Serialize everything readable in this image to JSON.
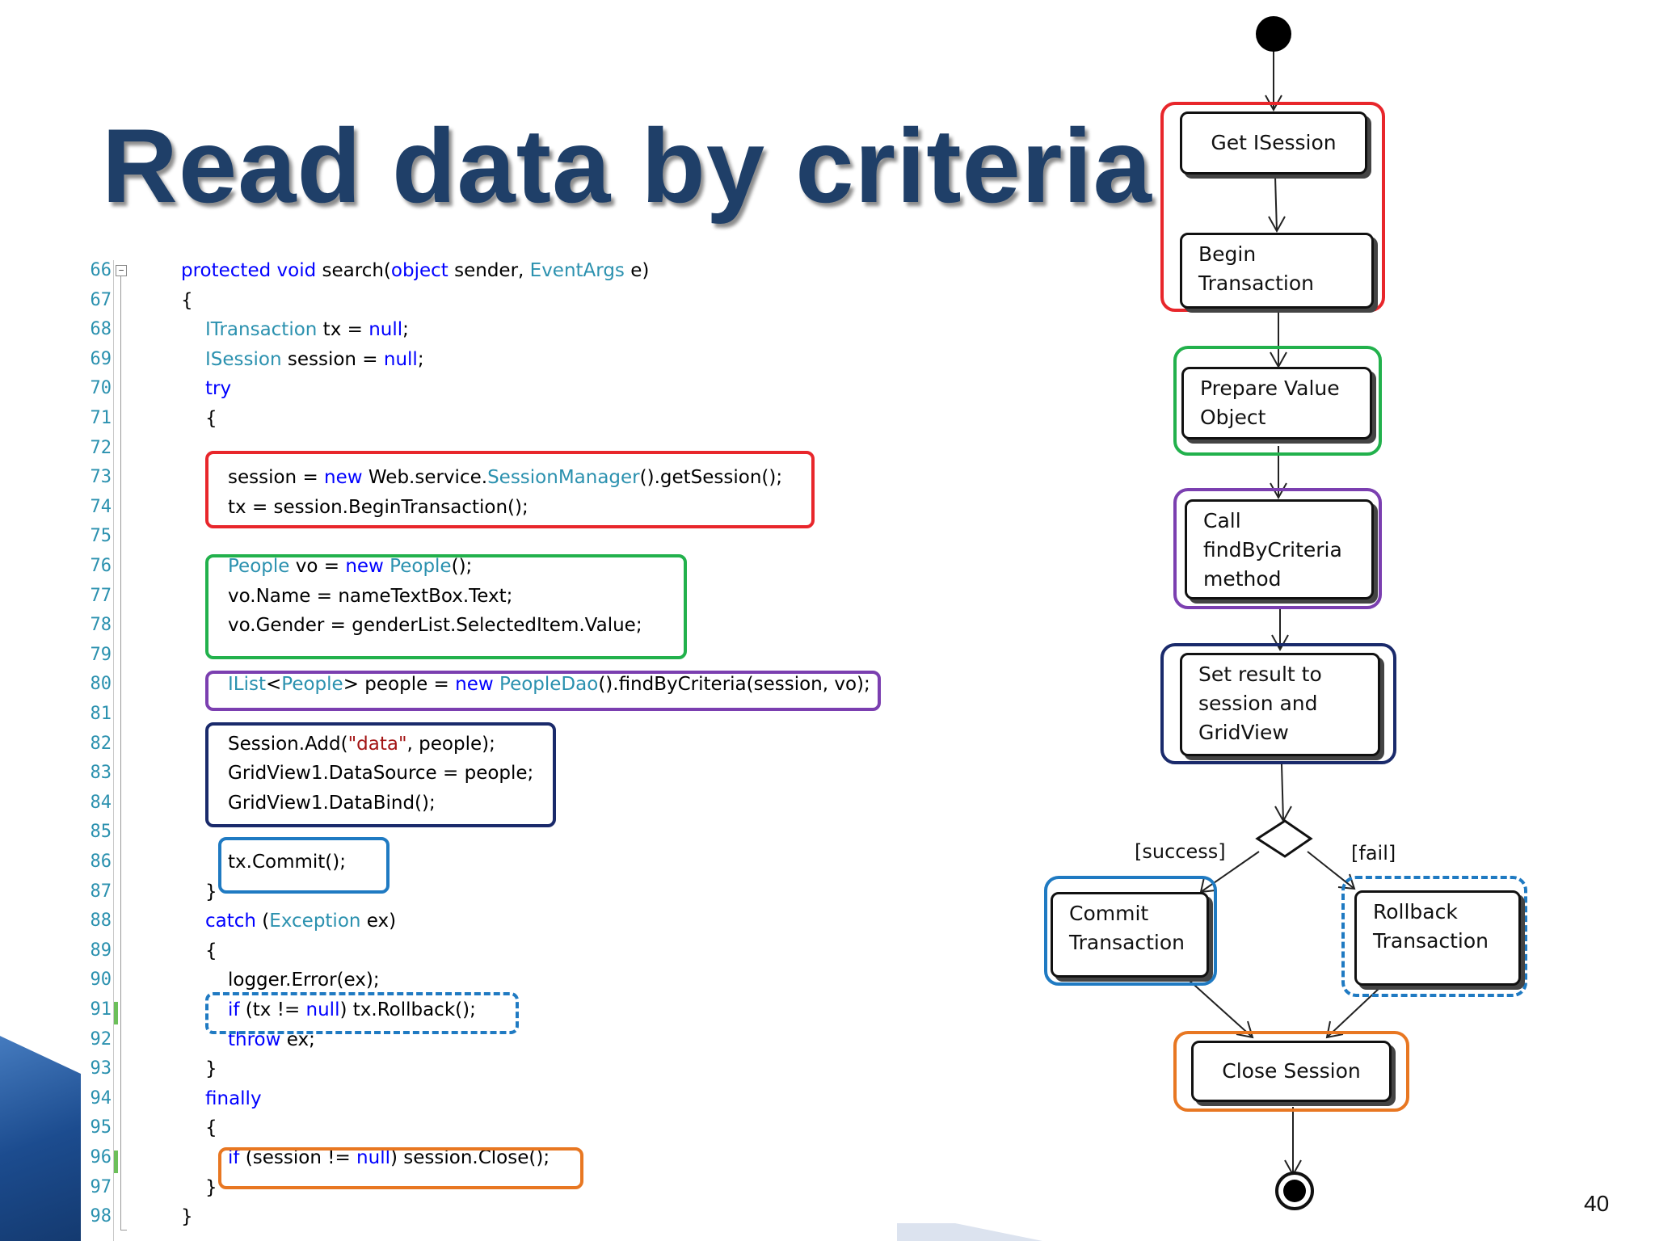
{
  "slide": {
    "title": "Read data by criteria",
    "page_number": "40"
  },
  "code": {
    "lines": [
      {
        "n": "66",
        "parts": [
          [
            "kw",
            "protected"
          ],
          [
            "t",
            " "
          ],
          [
            "kw",
            "void"
          ],
          [
            "t",
            " search("
          ],
          [
            "kw",
            "object"
          ],
          [
            "t",
            " sender, "
          ],
          [
            "ty",
            "EventArgs"
          ],
          [
            "t",
            " e)"
          ]
        ]
      },
      {
        "n": "67",
        "parts": [
          [
            "t",
            "{"
          ]
        ]
      },
      {
        "n": "68",
        "parts": [
          [
            "ty",
            "ITransaction"
          ],
          [
            "t",
            " tx = "
          ],
          [
            "kw",
            "null"
          ],
          [
            "t",
            ";"
          ]
        ]
      },
      {
        "n": "69",
        "parts": [
          [
            "ty",
            "ISession"
          ],
          [
            "t",
            " session = "
          ],
          [
            "kw",
            "null"
          ],
          [
            "t",
            ";"
          ]
        ]
      },
      {
        "n": "70",
        "parts": [
          [
            "kw",
            "try"
          ]
        ]
      },
      {
        "n": "71",
        "parts": [
          [
            "t",
            "{"
          ]
        ]
      },
      {
        "n": "72",
        "parts": []
      },
      {
        "n": "73",
        "parts": [
          [
            "t",
            "session = "
          ],
          [
            "kw",
            "new"
          ],
          [
            "t",
            " Web.service."
          ],
          [
            "ty",
            "SessionManager"
          ],
          [
            "t",
            "().getSession();"
          ]
        ]
      },
      {
        "n": "74",
        "parts": [
          [
            "t",
            "tx = session.BeginTransaction();"
          ]
        ]
      },
      {
        "n": "75",
        "parts": []
      },
      {
        "n": "76",
        "parts": [
          [
            "ty",
            "People"
          ],
          [
            "t",
            " vo = "
          ],
          [
            "kw",
            "new"
          ],
          [
            "t",
            " "
          ],
          [
            "ty",
            "People"
          ],
          [
            "t",
            "();"
          ]
        ]
      },
      {
        "n": "77",
        "parts": [
          [
            "t",
            "vo.Name = nameTextBox.Text;"
          ]
        ]
      },
      {
        "n": "78",
        "parts": [
          [
            "t",
            "vo.Gender = genderList.SelectedItem.Value;"
          ]
        ]
      },
      {
        "n": "79",
        "parts": []
      },
      {
        "n": "80",
        "parts": [
          [
            "ty",
            "IList"
          ],
          [
            "t",
            "<"
          ],
          [
            "ty",
            "People"
          ],
          [
            "t",
            "> people = "
          ],
          [
            "kw",
            "new"
          ],
          [
            "t",
            " "
          ],
          [
            "ty",
            "PeopleDao"
          ],
          [
            "t",
            "().findByCriteria(session, vo);"
          ]
        ]
      },
      {
        "n": "81",
        "parts": []
      },
      {
        "n": "82",
        "parts": [
          [
            "t",
            "Session.Add("
          ],
          [
            "str",
            "\"data\""
          ],
          [
            "t",
            ", people);"
          ]
        ]
      },
      {
        "n": "83",
        "parts": [
          [
            "t",
            "GridView1.DataSource = people;"
          ]
        ]
      },
      {
        "n": "84",
        "parts": [
          [
            "t",
            "GridView1.DataBind();"
          ]
        ]
      },
      {
        "n": "85",
        "parts": []
      },
      {
        "n": "86",
        "parts": [
          [
            "t",
            "tx.Commit();"
          ]
        ]
      },
      {
        "n": "87",
        "parts": [
          [
            "t",
            "}"
          ]
        ]
      },
      {
        "n": "88",
        "parts": [
          [
            "kw",
            "catch"
          ],
          [
            "t",
            " ("
          ],
          [
            "ty",
            "Exception"
          ],
          [
            "t",
            " ex)"
          ]
        ]
      },
      {
        "n": "89",
        "parts": [
          [
            "t",
            "{"
          ]
        ]
      },
      {
        "n": "90",
        "parts": [
          [
            "t",
            "logger.Error(ex);"
          ]
        ]
      },
      {
        "n": "91",
        "parts": [
          [
            "kw",
            "if"
          ],
          [
            "t",
            " (tx != "
          ],
          [
            "kw",
            "null"
          ],
          [
            "t",
            ") tx.Rollback();"
          ]
        ]
      },
      {
        "n": "92",
        "parts": [
          [
            "kw",
            "throw"
          ],
          [
            "t",
            " ex;"
          ]
        ]
      },
      {
        "n": "93",
        "parts": [
          [
            "t",
            "}"
          ]
        ]
      },
      {
        "n": "94",
        "parts": [
          [
            "kw",
            "finally"
          ]
        ]
      },
      {
        "n": "95",
        "parts": [
          [
            "t",
            "{"
          ]
        ]
      },
      {
        "n": "96",
        "parts": [
          [
            "kw",
            "if"
          ],
          [
            "t",
            " (session != "
          ],
          [
            "kw",
            "null"
          ],
          [
            "t",
            ") session.Close();"
          ]
        ]
      },
      {
        "n": "97",
        "parts": [
          [
            "t",
            "}"
          ]
        ]
      },
      {
        "n": "98",
        "parts": [
          [
            "t",
            "}"
          ]
        ]
      }
    ]
  },
  "diagram": {
    "get_isession": "Get ISession",
    "begin_transaction": "Begin\nTransaction",
    "prepare_value_object": "Prepare Value\nObject",
    "call_find_by_criteria": "Call\nfindByCriteria\nmethod",
    "set_result": "Set result to\nsession and\nGridView",
    "guard_success": "[success]",
    "guard_fail": "[fail]",
    "commit_transaction": "Commit\nTransaction",
    "rollback_transaction": "Rollback\nTransaction",
    "close_session": "Close Session"
  },
  "colors": {
    "title": "#1f3f68",
    "red": "#e8262b",
    "green": "#22b14c",
    "purple": "#7b3fb0",
    "navy": "#1a2a6b",
    "blue": "#1f7ac2",
    "orange": "#e87722"
  }
}
